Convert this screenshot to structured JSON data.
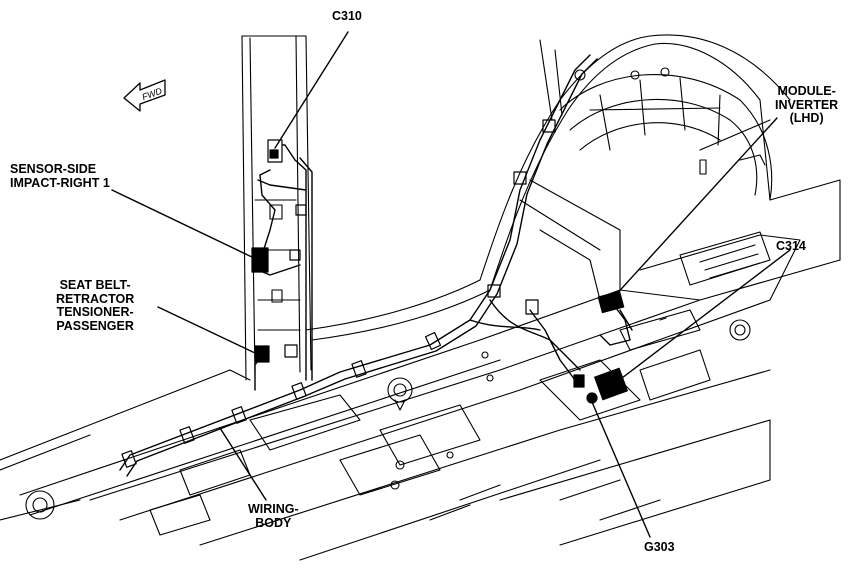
{
  "diagram": {
    "fwd_arrow_text": "FWD",
    "labels": {
      "c310": "C310",
      "sensor_side": [
        "SENSOR-SIDE",
        "IMPACT-RIGHT 1"
      ],
      "seat_belt": [
        "SEAT BELT-",
        "RETRACTOR",
        "TENSIONER-",
        "PASSENGER"
      ],
      "module_inverter": [
        "MODULE-",
        "INVERTER",
        "(LHD)"
      ],
      "c314": "C314",
      "wiring_body": [
        "WIRING-",
        "BODY"
      ],
      "g303": "G303"
    },
    "colors": {
      "line": "#000000",
      "background": "#ffffff"
    }
  }
}
